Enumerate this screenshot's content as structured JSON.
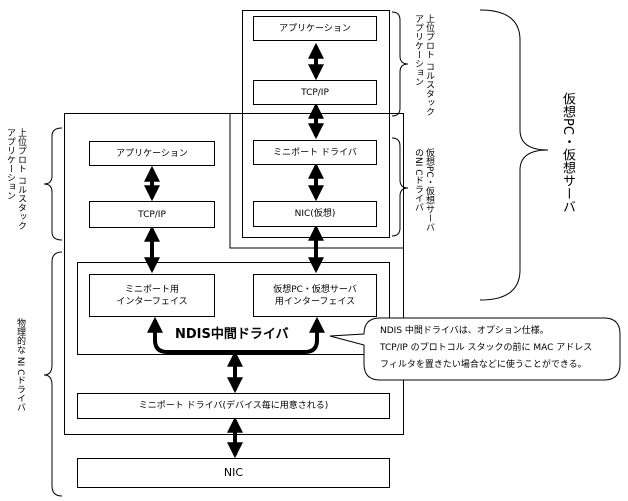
{
  "boxes": {
    "app_right": "アプリケーション",
    "tcpip_right": "TCP/IP",
    "miniport_driver_right": "ミニポート ドライバ",
    "nic_virtual": "NIC(仮想)",
    "app_left": "アプリケーション",
    "tcpip_left": "TCP/IP",
    "miniport_interface": "ミニポート用\nインターフェイス",
    "virtual_pc_interface": "仮想PC・仮想サーバ\n用インターフェイス",
    "miniport_driver_bottom": "ミニポート ドライバ(デバイス毎に用意される)",
    "nic_physical": "NIC"
  },
  "ndis_title": "NDIS中間ドライバ",
  "callout": {
    "line1": "NDIS 中間ドライバは、オプション仕様。",
    "line2": "TCP/IP のプロトコル スタックの前に MAC アドレス",
    "line3": "フィルタを置きたい場合などに使うことができる。"
  },
  "labels": {
    "upper_protocol_right": "上位プロト コルスタック\nアプリケーション",
    "virtual_nic_driver": "仮想PC・仮想サーバ\nのNI Cドライバ",
    "virtual_pc_server": "仮想PC・仮想サーバ",
    "upper_protocol_left": "上位プロト コルスタック\nアプリケーション",
    "physical_nic_driver": "物理的な NI Cドライバ"
  }
}
